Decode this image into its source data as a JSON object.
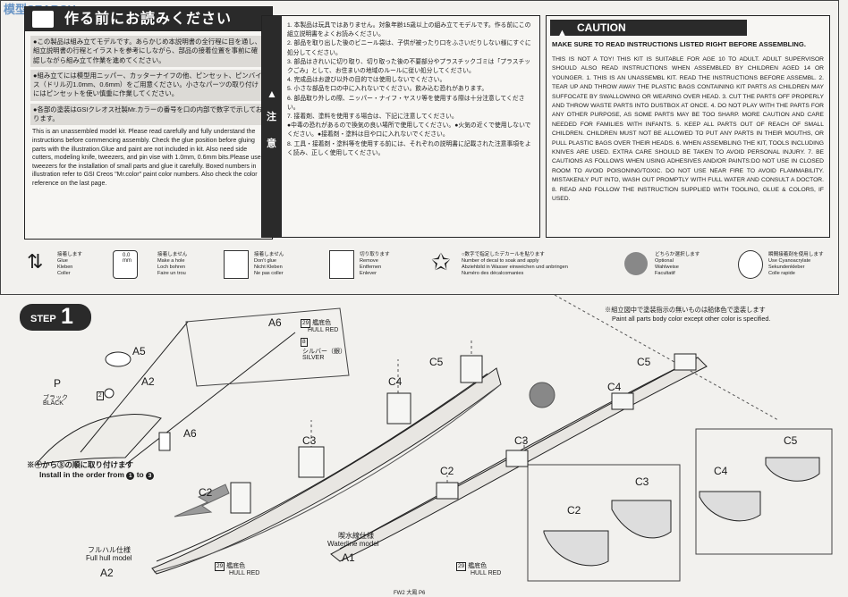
{
  "watermark": "模型SEARCH",
  "notice": {
    "title": "作る前にお読みください",
    "jp_items": [
      "●この製品は組み立てモデルです。あらかじめ本説明書の全行程に目を通し、組立説明書の行程とイラストを参考にしながら、部品の接着位置を事前に確認しながら組み立て作業を進めてください。",
      "●組み立てには模型用ニッパー、カッターナイフの他、ピンセット、ピンバイス（ドリル刃1.0mm、0.6mm）をご用意ください。小さなパーツの取り付けにはピンセットを使い慎重に作業してください。",
      "●各部の塗装はGSIクレオス社製Mr.カラーの番号を口の内部で数字で示しております。"
    ],
    "en": "This is an unassembled model kit. Please read carefully and fully understand the instructions before commencing assembly. Check the glue position before gluing parts with the illustration.Glue and paint are not included in kit. Also need side cutters, modeling knife, tweezers, and pin vise with 1.0mm, 0.6mm bits.Please use tweezers for the installation of small parts and glue it carefully. Boxed numbers in illustration refer to GSI Creos \"Mr.color\" paint color numbers. Also check the color reference on the last page."
  },
  "middle": {
    "side1": "注",
    "side2": "意",
    "items": [
      "1. 本製品は玩具ではありません。対象年齢15歳以上の組み立てモデルです。作る前にこの組立説明書をよくお読みください。",
      "2. 部品を取り出した後のビニール袋は、子供が被ったり口をふさいだりしない様にすぐに処分してください。",
      "3. 部品はきれいに切り取り、切り取った後の不要部分やプラスチックゴミは「プラスチックごみ」として、お住まいの地域のルールに従い処分してください。",
      "4. 完成品はお遊び以外の目的では使用しないでください。",
      "5. 小さな部品を口の中に入れないでください。飲み込む恐れがあります。",
      "6. 部品取り外しの際、ニッパー・ナイフ・ヤスリ等を使用する際は十分注意してください。",
      "7. 接着剤、塗料を使用する場合は、下記に注意してください。",
      "●中毒の恐れがあるので換気の良い場所で使用してください。●火気の近くで使用しないでください。●接着剤・塗料は目や口に入れないでください。",
      "8. 工具・接着剤・塗料等を使用する前には、それぞれの説明書に記載された注意事項をよく読み、正しく使用してください。"
    ]
  },
  "caution": {
    "title": "CAUTION",
    "headline": "MAKE SURE TO READ INSTRUCTIONS LISTED RIGHT BEFORE ASSEMBLING.",
    "body": "THIS IS NOT A TOY! THIS KIT IS SUITABLE FOR AGE 10 TO ADULT. ADULT SUPERVISOR SHOULD ALSO READ INSTRUCTIONS WHEN ASSEMBLED BY CHILDREN AGED 14 OR YOUNGER. 1. THIS IS AN UNASSEMBL KIT. READ THE INSTRUCTIONS BEFORE ASSEMBL. 2. TEAR UP AND THROW AWAY THE PLASTIC BAGS CONTAINING KIT PARTS AS CHILDREN MAY SUFFOCATE BY SWALLOWING OR WEARING OVER HEAD. 3. CUT THE PARTS OFF PROPERLY AND THROW WASTE PARTS INTO DUSTBOX AT ONCE. 4. DO NOT PLAY WITH THE PARTS FOR ANY OTHER PURPOSE, AS SOME PARTS MAY BE TOO SHARP. MORE CAUTION AND CARE NEEDED FOR FAMILIES WITH INFANTS. 5. KEEP ALL PARTS OUT OF REACH OF SMALL CHILDREN. CHILDREN MUST NOT BE ALLOWED TO PUT ANY PARTS IN THEIR MOUTHS, OR PULL PLASTIC BAGS OVER THEIR HEADS. 6. WHEN ASSEMBLING THE KIT, TOOLS INCLUDING KNIVES ARE USED. EXTRA CARE SHOULD BE TAKEN TO AVOID PERSONAL INJURY. 7. BE CAUTIONS AS FOLLOWS WHEN USING ADHESIVES AND/OR PAINTS:DO NOT USE IN CLOSED ROOM TO AVOID POISONING/TOXIC. DO NOT USE NEAR FIRE TO AVOID FLAMMABILITY. MISTAKENLY PUT INTO, WASH OUT PROMPTLY WITH FULL WATER AND CONSULT A DOCTOR. 8. READ AND FOLLOW THE INSTRUCTION SUPPLIED WITH TOOLING, GLUE & COLORS, IF USED."
  },
  "legend": [
    {
      "label": "接着します\nGlue\nKleben\nColler",
      "icon": "glue-arrows-icon"
    },
    {
      "label": "",
      "icon": "drill-0-0mm-icon",
      "value": "0.0\nmm"
    },
    {
      "label": "接着しません\nMake a hole\nLoch bohren\nFaire un trou",
      "icon": "drill-hole-icon"
    },
    {
      "label": "接着しません\nDon't glue\nNicht Kleben\nNe pas coller",
      "icon": "no-glue-icon"
    },
    {
      "label": "切り取ります\nRemove\nEntfernen\nEnlever",
      "icon": "cut-icon"
    },
    {
      "label": "○数字で指定したデカールを貼ります\nNumber of decal to soak and apply\nAbziehbild in Wasser einweichen und anbringen\nNuméro des décalcomanies",
      "icon": "decal-star-icon"
    },
    {
      "label": "どちらか選択します\nOptional\nWahlweise\nFacultatif",
      "icon": "optional-arrow-icon"
    },
    {
      "label": "瞬間接着剤を使用します\nUse Cyanoacrylate\nSekundenkleber\nColle rapide",
      "icon": "cyanoacrylate-icon"
    }
  ],
  "step": {
    "word": "STEP",
    "number": "1",
    "paint_note_jp": "※組立図中で塗装指示の無いものは船体色で塗装します",
    "paint_note_en": "Paint all parts body color except other color is specified.",
    "order_jp": "※①から③の順に取り付けます",
    "order_en_pre": "Install in the order from",
    "order_en_mid": "to",
    "full_hull_jp": "フルハル仕様",
    "full_hull_en": "Full hull model",
    "waterline_jp": "喫水線仕様",
    "waterline_en": "Waterline model",
    "hull_color_jp": "艦底色",
    "hull_color_en": "HULL RED",
    "silver_jp": "シルバー（銀）",
    "silver_en": "SILVER",
    "black_jp": "ブラック",
    "black_en": "BLACK",
    "color_hull_num": "29",
    "color_silver_num": "8",
    "color_black_num": "2",
    "parts": [
      "A1",
      "A2",
      "A5",
      "A6",
      "P",
      "C2",
      "C3",
      "C4",
      "C5"
    ],
    "footer": "FW2 大鳳 P6"
  },
  "colors": {
    "header": "#2a2a2a",
    "paper": "#f2f1ee",
    "hull_fill": "#d8d4cf"
  }
}
